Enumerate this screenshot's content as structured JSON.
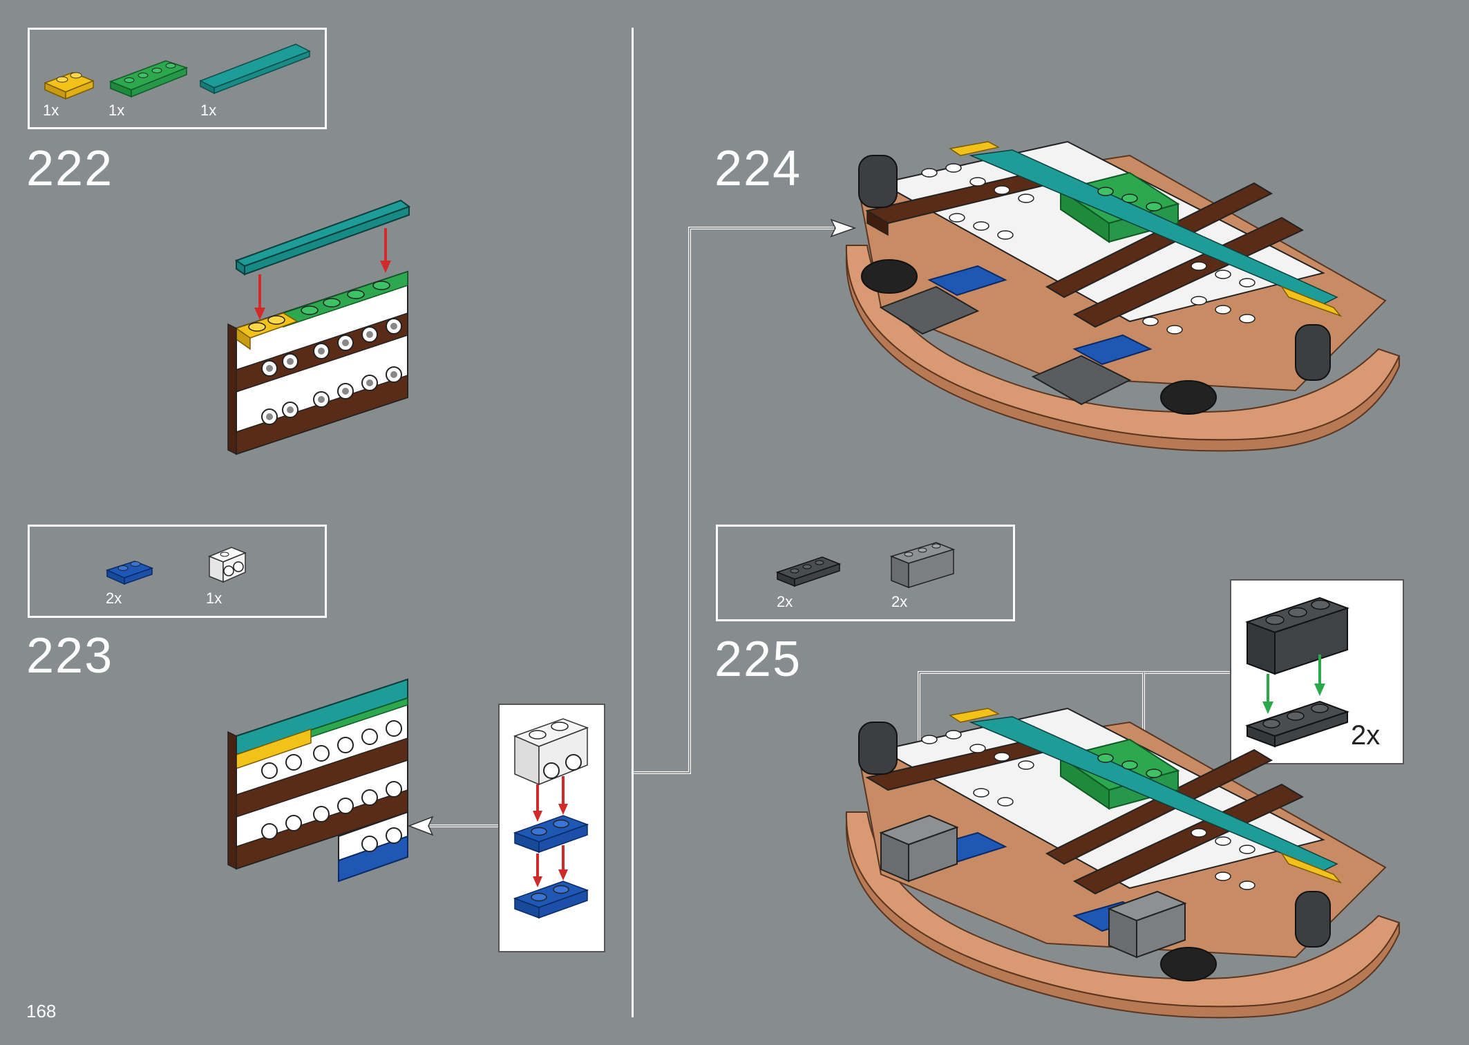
{
  "page": {
    "number": "168"
  },
  "steps": {
    "s222": {
      "number": "222",
      "parts": [
        {
          "qty": "1x"
        },
        {
          "qty": "1x"
        },
        {
          "qty": "1x"
        }
      ]
    },
    "s223": {
      "number": "223",
      "parts": [
        {
          "qty": "2x"
        },
        {
          "qty": "1x"
        }
      ]
    },
    "s224": {
      "number": "224"
    },
    "s225": {
      "number": "225",
      "parts": [
        {
          "qty": "2x"
        },
        {
          "qty": "2x"
        }
      ],
      "callout_qty": "2x"
    }
  },
  "colors": {
    "background": "#878c8e",
    "teal": "#1e9c97",
    "green": "#2ea84f",
    "yellow": "#f2c21b",
    "brown": "#5a2b16",
    "blue": "#1f57b5",
    "tan": "#d99a73",
    "dark_gray": "#4a4d50",
    "arrow_red": "#d12a2a",
    "arrow_green": "#2aa84a"
  }
}
